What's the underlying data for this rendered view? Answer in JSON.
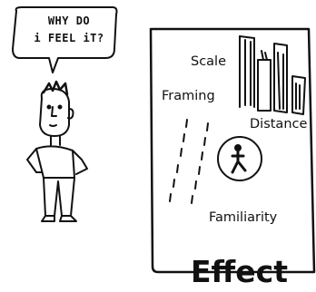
{
  "speech_bubble": {
    "line1": "WHY DO",
    "line2": "i FEEL iT?"
  },
  "diagram": {
    "labels": {
      "scale": "Scale",
      "framing": "Framing",
      "distance": "Distance",
      "familiarity": "Familiarity"
    }
  },
  "caption": "Effect",
  "colors": {
    "ink": "#111111",
    "background": "#ffffff"
  }
}
